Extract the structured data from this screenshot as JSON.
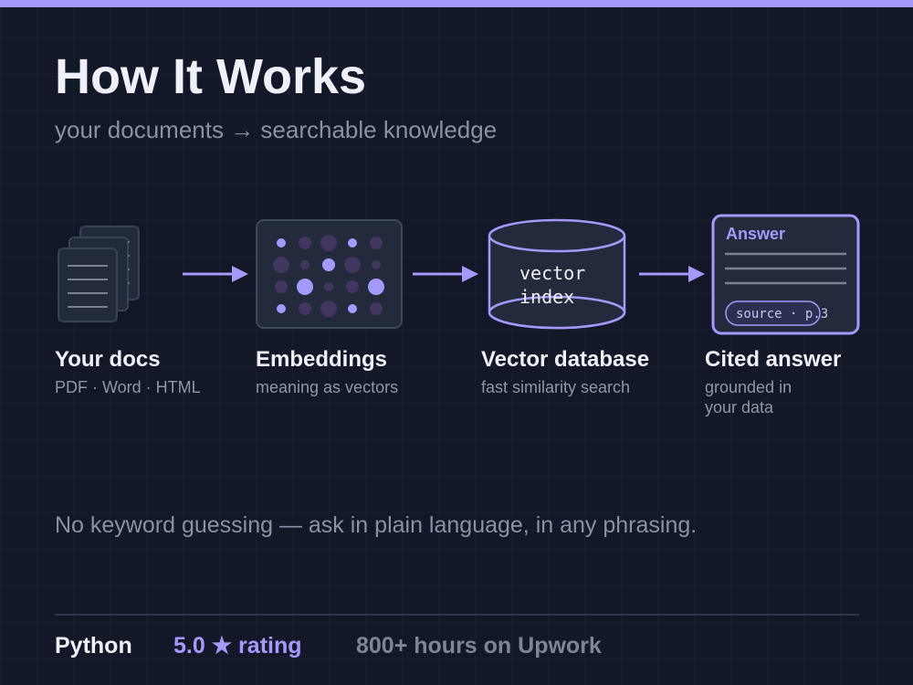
{
  "header": {
    "title": "How It Works",
    "subtitle": "your documents → searchable knowledge"
  },
  "diagram": {
    "db_label_line1": "vector",
    "db_label_line2": "index",
    "answer_heading": "Answer",
    "source_chip": "source · p.3"
  },
  "steps": [
    {
      "title": "Your docs",
      "description": "PDF · Word · HTML"
    },
    {
      "title": "Embeddings",
      "description": "meaning as vectors"
    },
    {
      "title": "Vector database",
      "description": "fast similarity search"
    },
    {
      "title": "Cited answer",
      "description": "grounded in your data"
    }
  ],
  "tagline": "No keyword guessing — ask in plain language, in any phrasing.",
  "footer": {
    "language": "Python",
    "rating": "5.0 ★ rating",
    "hours": "800+ hours on Upwork"
  },
  "colors": {
    "accent": "#a39afb",
    "background": "#121827",
    "card": "#232a3b",
    "muted_text": "#8a91a7"
  },
  "icons": [
    "document-stack-icon",
    "embedding-grid-icon",
    "database-cylinder-icon",
    "answer-card-icon",
    "arrow-right-icon"
  ]
}
